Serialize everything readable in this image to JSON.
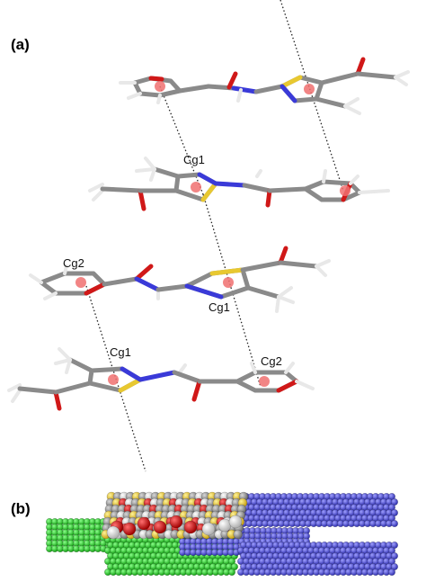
{
  "panel_a": {
    "label": "(a)",
    "centroids": {
      "row2_thiazole": "Cg1",
      "row3_furan": "Cg2",
      "row3_thiazole": "Cg1",
      "row4_thiazole": "Cg1",
      "row4_furan": "Cg2"
    }
  },
  "panel_b": {
    "label": "(b)"
  },
  "colors": {
    "carbon": "#8a8a8a",
    "oxygen": "#d01818",
    "nitrogen": "#3a3ad8",
    "sulfur": "#e8c830",
    "hydrogen": "#f2f2f2",
    "centroid": "#f07070",
    "green_molecule": "#22cc22",
    "blue_molecule": "#5555dd"
  }
}
